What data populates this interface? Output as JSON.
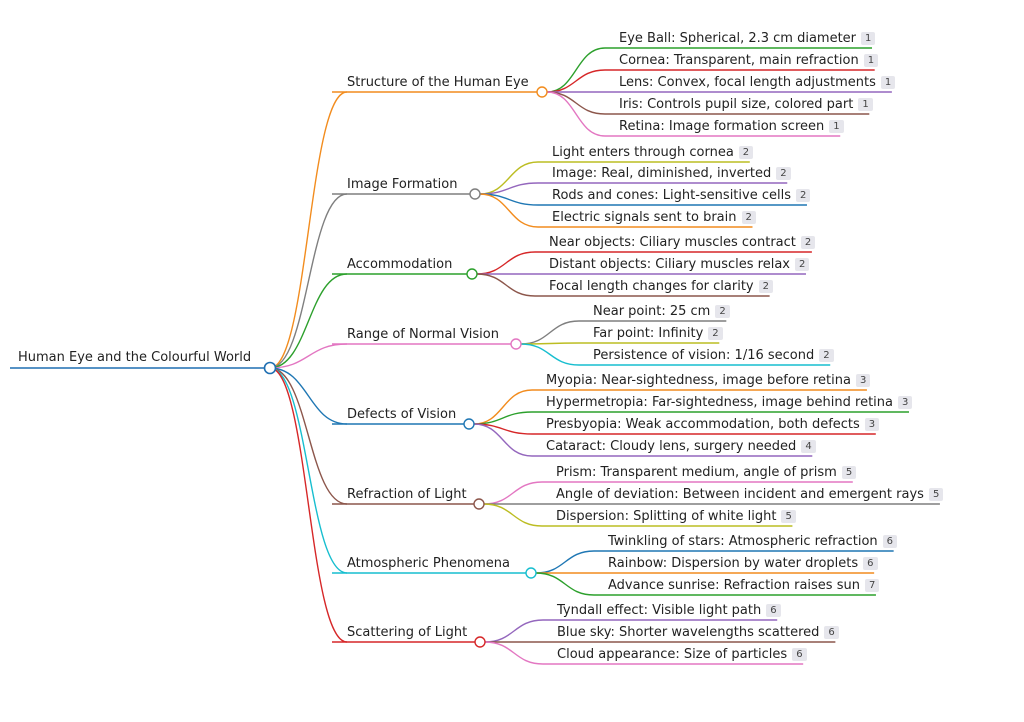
{
  "root": {
    "label": "Human Eye and the Colourful World",
    "color": "#1f6fb2"
  },
  "branches": [
    {
      "label": "Structure of the Human Eye",
      "color": "#f28c1e",
      "children": [
        {
          "text": "Eye Ball: Spherical, 2.3 cm diameter",
          "badge": "1",
          "color": "#2ca02c"
        },
        {
          "text": "Cornea: Transparent, main refraction",
          "badge": "1",
          "color": "#d62728"
        },
        {
          "text": "Lens: Convex, focal length adjustments",
          "badge": "1",
          "color": "#9467bd"
        },
        {
          "text": "Iris: Controls pupil size, colored part",
          "badge": "1",
          "color": "#8c564b"
        },
        {
          "text": "Retina: Image formation screen",
          "badge": "1",
          "color": "#e377c2"
        }
      ]
    },
    {
      "label": "Image Formation",
      "color": "#7f7f7f",
      "children": [
        {
          "text": "Light enters through cornea",
          "badge": "2",
          "color": "#bcbd22"
        },
        {
          "text": "Image: Real, diminished, inverted",
          "badge": "2",
          "color": "#9467bd"
        },
        {
          "text": "Rods and cones: Light-sensitive cells",
          "badge": "2",
          "color": "#1f77b4"
        },
        {
          "text": "Electric signals sent to brain",
          "badge": "2",
          "color": "#f28c1e"
        }
      ]
    },
    {
      "label": "Accommodation",
      "color": "#2ca02c",
      "children": [
        {
          "text": "Near objects: Ciliary muscles contract",
          "badge": "2",
          "color": "#d62728"
        },
        {
          "text": "Distant objects: Ciliary muscles relax",
          "badge": "2",
          "color": "#9467bd"
        },
        {
          "text": "Focal length changes for clarity",
          "badge": "2",
          "color": "#8c564b"
        }
      ]
    },
    {
      "label": "Range of Normal Vision",
      "color": "#e377c2",
      "children": [
        {
          "text": "Near point: 25 cm",
          "badge": "2",
          "color": "#7f7f7f"
        },
        {
          "text": "Far point: Infinity",
          "badge": "2",
          "color": "#bcbd22"
        },
        {
          "text": "Persistence of vision: 1/16 second",
          "badge": "2",
          "color": "#17becf"
        }
      ]
    },
    {
      "label": "Defects of Vision",
      "color": "#1f77b4",
      "children": [
        {
          "text": "Myopia: Near-sightedness, image before retina",
          "badge": "3",
          "color": "#f28c1e"
        },
        {
          "text": "Hypermetropia: Far-sightedness, image behind retina",
          "badge": "3",
          "color": "#2ca02c"
        },
        {
          "text": "Presbyopia: Weak accommodation, both defects",
          "badge": "3",
          "color": "#d62728"
        },
        {
          "text": "Cataract: Cloudy lens, surgery needed",
          "badge": "4",
          "color": "#9467bd"
        }
      ]
    },
    {
      "label": "Refraction of Light",
      "color": "#8c564b",
      "children": [
        {
          "text": "Prism: Transparent medium, angle of prism",
          "badge": "5",
          "color": "#e377c2"
        },
        {
          "text": "Angle of deviation: Between incident and emergent rays",
          "badge": "5",
          "color": "#7f7f7f"
        },
        {
          "text": "Dispersion: Splitting of white light",
          "badge": "5",
          "color": "#bcbd22"
        }
      ]
    },
    {
      "label": "Atmospheric Phenomena",
      "color": "#17becf",
      "children": [
        {
          "text": "Twinkling of stars: Atmospheric refraction",
          "badge": "6",
          "color": "#1f77b4"
        },
        {
          "text": "Rainbow: Dispersion by water droplets",
          "badge": "6",
          "color": "#f28c1e"
        },
        {
          "text": "Advance sunrise: Refraction raises sun",
          "badge": "7",
          "color": "#2ca02c"
        }
      ]
    },
    {
      "label": "Scattering of Light",
      "color": "#d62728",
      "children": [
        {
          "text": "Tyndall effect: Visible light path",
          "badge": "6",
          "color": "#9467bd"
        },
        {
          "text": "Blue sky: Shorter wavelengths scattered",
          "badge": "6",
          "color": "#8c564b"
        },
        {
          "text": "Cloud appearance: Size of particles",
          "badge": "6",
          "color": "#e377c2"
        }
      ]
    }
  ]
}
